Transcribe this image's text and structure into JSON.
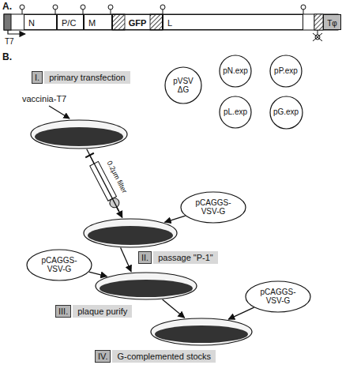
{
  "diagram": {
    "nodes": [
      {
        "text": [
          "N"
        ]
      },
      {
        "text": [
          "P/C"
        ]
      },
      {
        "text": [
          "M"
        ]
      },
      {
        "text": [
          "GFP"
        ]
      },
      {
        "text": [
          "L"
        ]
      },
      {
        "text": [
          "Tφ"
        ]
      },
      {
        "text": [
          "pVSV ΔG"
        ]
      },
      {
        "text": [
          "pN.exp"
        ]
      },
      {
        "text": [
          "pP.exp"
        ]
      },
      {
        "text": [
          "pL.exp"
        ]
      },
      {
        "text": [
          "pG.exp"
        ]
      },
      {
        "text": [
          "I.",
          "primary transfection"
        ]
      },
      {
        "text": [
          "II.",
          "passage \"P-1\""
        ]
      },
      {
        "text": [
          "pCAGGS- VSV-G"
        ]
      },
      {
        "text": [
          "III.",
          "plaque purify"
        ]
      },
      {
        "text": [
          "pCAGGS- VSV-G"
        ]
      },
      {
        "text": [
          "IV.",
          "G-complemented stocks"
        ]
      },
      {
        "text": [
          "pCAGGS- VSV-G"
        ]
      }
    ],
    "edges": [
      {
        "from": 11,
        "to": 12,
        "arrow": "to"
      },
      {
        "from": 13,
        "to": 12,
        "arrow": "to"
      },
      {
        "from": 12,
        "to": 14,
        "arrow": "to"
      },
      {
        "from": 15,
        "to": 14,
        "arrow": "to"
      },
      {
        "from": 14,
        "to": 16,
        "arrow": "to"
      },
      {
        "from": 17,
        "to": 16,
        "arrow": "to"
      }
    ],
    "labels": [
      "A.",
      "B.",
      "T7",
      "vaccinia-T7",
      "0.2μm filter"
    ]
  }
}
